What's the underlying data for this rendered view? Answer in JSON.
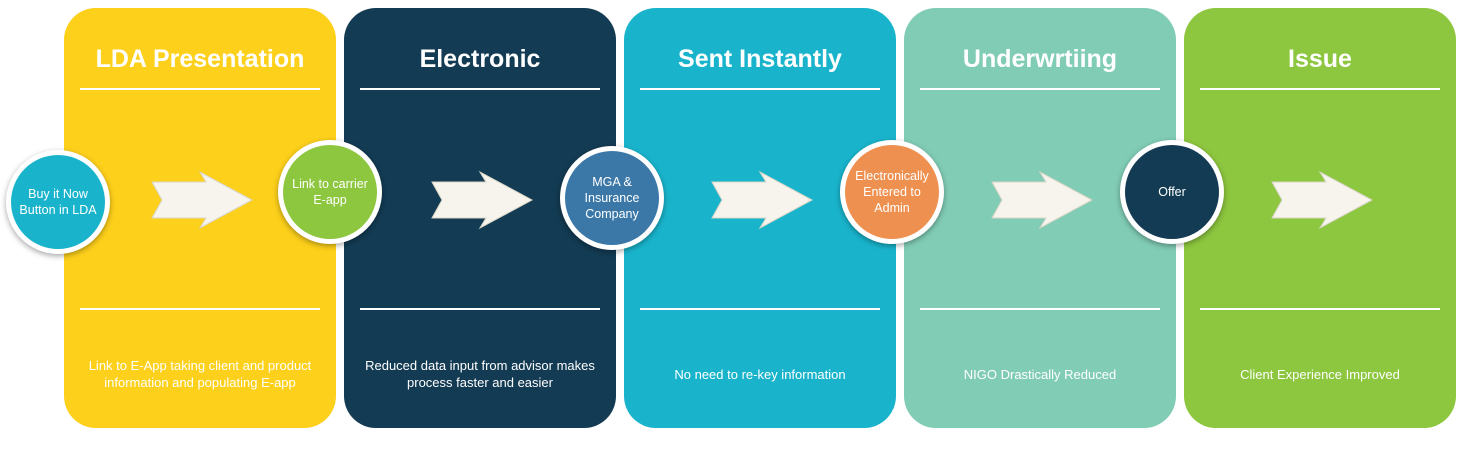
{
  "stages": [
    {
      "title": "LDA Presentation",
      "description": "Link to E-App taking client and product information and populating E-app",
      "color": "#FDD01B"
    },
    {
      "title": "Electronic",
      "description": "Reduced data input from advisor makes process faster and easier",
      "color": "#133B53"
    },
    {
      "title": "Sent Instantly",
      "description": "No need to re-key information",
      "color": "#19B4CC"
    },
    {
      "title": "Underwrtiing",
      "description": "NIGO Drastically Reduced",
      "color": "#81CCB5"
    },
    {
      "title": "Issue",
      "description": "Client Experience Improved",
      "color": "#8DC63F"
    }
  ],
  "steps": [
    {
      "label": "Buy it Now Button in LDA",
      "color": "#19B4CC"
    },
    {
      "label": "Link to carrier E-app",
      "color": "#8DC63F"
    },
    {
      "label": "MGA & Insurance Company",
      "color": "#3B78A8"
    },
    {
      "label": "Electronically Entered to Admin",
      "color": "#EE9150"
    },
    {
      "label": "Offer",
      "color": "#133B53"
    }
  ],
  "arrow_icon": "right-arrow-icon",
  "arrow_color": "#F6F4EC"
}
